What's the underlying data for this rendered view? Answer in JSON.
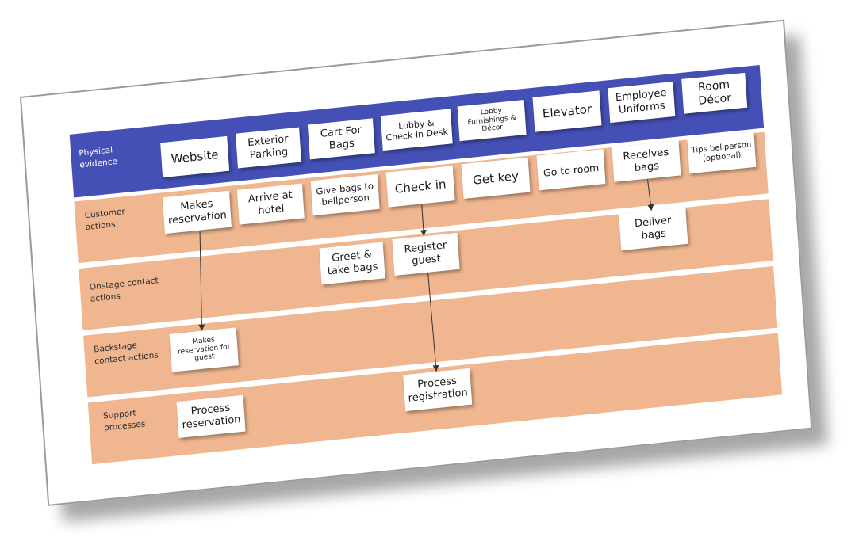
{
  "diagram": {
    "title": "Service blueprint - hotel stay",
    "colors": {
      "physical_evidence_lane": "#4450b5",
      "action_lane": "#f0b690",
      "card": "#ffffff",
      "arrow": "#333333"
    },
    "lanes": [
      {
        "id": "physical-evidence",
        "label": "Physical evidence"
      },
      {
        "id": "customer-actions",
        "label": "Customer actions"
      },
      {
        "id": "onstage",
        "label": "Onstage contact actions"
      },
      {
        "id": "backstage",
        "label": "Backstage contact actions"
      },
      {
        "id": "support",
        "label": "Support processes"
      }
    ],
    "physical_evidence": [
      "Website",
      "Exterior Parking",
      "Cart For Bags",
      "Lobby & Check In Desk",
      "Lobby Furnishings & Décor",
      "Elevator",
      "Employee Uniforms",
      "Room Décor"
    ],
    "customer_actions": [
      "Makes reservation",
      "Arrive at hotel",
      "Give bags to bellperson",
      "Check in",
      "Get key",
      "Go to room",
      "Receives bags",
      "Tips bellperson (optional)"
    ],
    "onstage_actions": [
      "Greet & take bags",
      "Register guest",
      "Deliver bags"
    ],
    "backstage_actions": [
      "Makes reservation for guest"
    ],
    "support_processes": [
      "Process reservation",
      "Process registration"
    ],
    "connections": [
      {
        "from": "Makes reservation",
        "to": "Makes reservation for guest"
      },
      {
        "from": "Check in",
        "to": "Register guest"
      },
      {
        "from": "Register guest",
        "to": "Process registration"
      },
      {
        "from": "Receives bags",
        "to": "Deliver bags"
      }
    ]
  }
}
